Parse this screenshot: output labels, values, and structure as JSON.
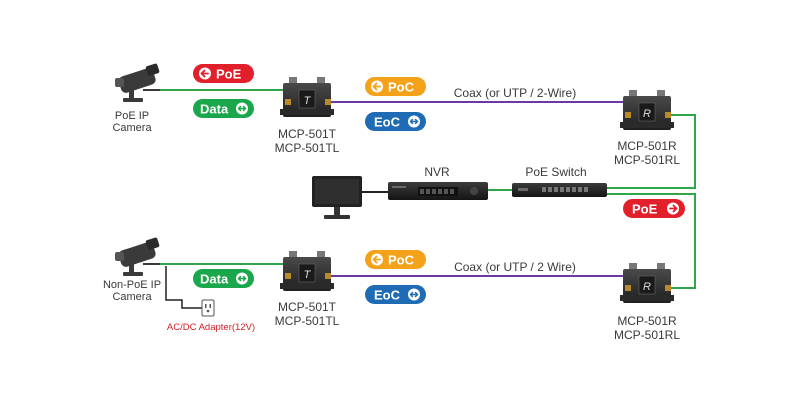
{
  "top": {
    "camera_label": [
      "PoE IP",
      "Camera"
    ],
    "pill_poe": "PoE",
    "pill_data": "Data",
    "pill_poc": "PoC",
    "pill_eoc": "EoC",
    "transmitter_label": [
      "MCP-501T",
      "MCP-501TL"
    ],
    "link_label": "Coax (or UTP / 2-Wire)",
    "receiver_label": [
      "MCP-501R",
      "MCP-501RL"
    ]
  },
  "middle": {
    "nvr_label": "NVR",
    "switch_label": "PoE Switch",
    "pill_poe": "PoE"
  },
  "bottom": {
    "camera_label": [
      "Non-PoE IP",
      "Camera"
    ],
    "pill_data": "Data",
    "pill_poc": "PoC",
    "pill_eoc": "EoC",
    "adapter_label": "AC/DC Adapter(12V)",
    "transmitter_label": [
      "MCP-501T",
      "MCP-501TL"
    ],
    "link_label": "Coax (or UTP / 2 Wire)",
    "receiver_label": [
      "MCP-501R",
      "MCP-501RL"
    ]
  },
  "colors": {
    "poe_red": "#e1202b",
    "data_green": "#1aa64a",
    "poc_orange": "#f3a21a",
    "eoc_blue": "#1f6cb5",
    "coax_purple": "#6a3aa0",
    "ethernet_green": "#2fa64a"
  }
}
